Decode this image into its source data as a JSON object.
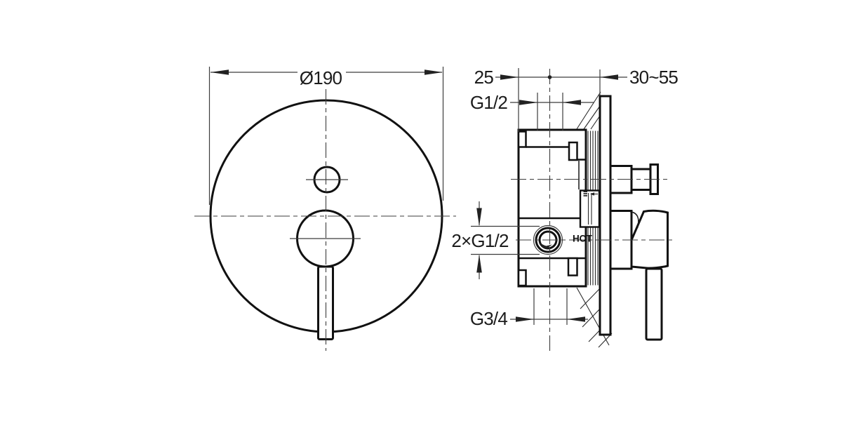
{
  "meta": {
    "description": "Technical installation drawing of a concealed single-lever shower mixer with diverter, front view and side section view",
    "background": "#ffffff"
  },
  "colors": {
    "object_line": "#111111",
    "thin_line": "#3c3c3c",
    "text": "#1c1c1c"
  },
  "front_view": {
    "diameter_label": "Ø190"
  },
  "side_view": {
    "offset_label": "25",
    "wall_depth_label": "30~55",
    "top_outlet_label": "G1/2",
    "inlets_label": "2×G1/2",
    "bottom_outlet_label": "G3/4",
    "hot_label": "HOT"
  },
  "icons": {
    "temperature_limiter": "temperature-limiter-marker",
    "center_mark": "center-dot-mark",
    "valve_orientation": "valve-orientation-wedge"
  }
}
